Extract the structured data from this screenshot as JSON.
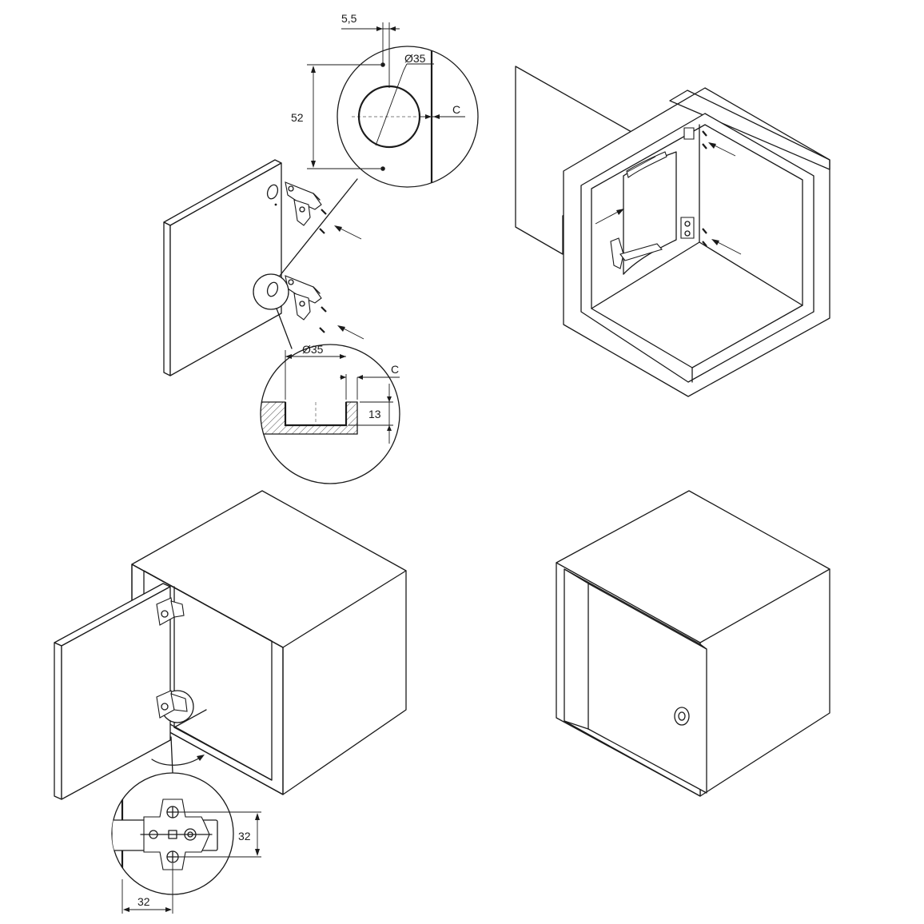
{
  "labels": {
    "offset_top": "5,5",
    "diameter_top": "Ø35",
    "c_top": "C",
    "spacing_vertical": "52",
    "diameter_section": "Ø35",
    "c_section": "C",
    "depth_section": "13",
    "plate_height": "32",
    "plate_offset": "32"
  },
  "colors": {
    "line": "#1a1a1a",
    "background": "#ffffff"
  }
}
